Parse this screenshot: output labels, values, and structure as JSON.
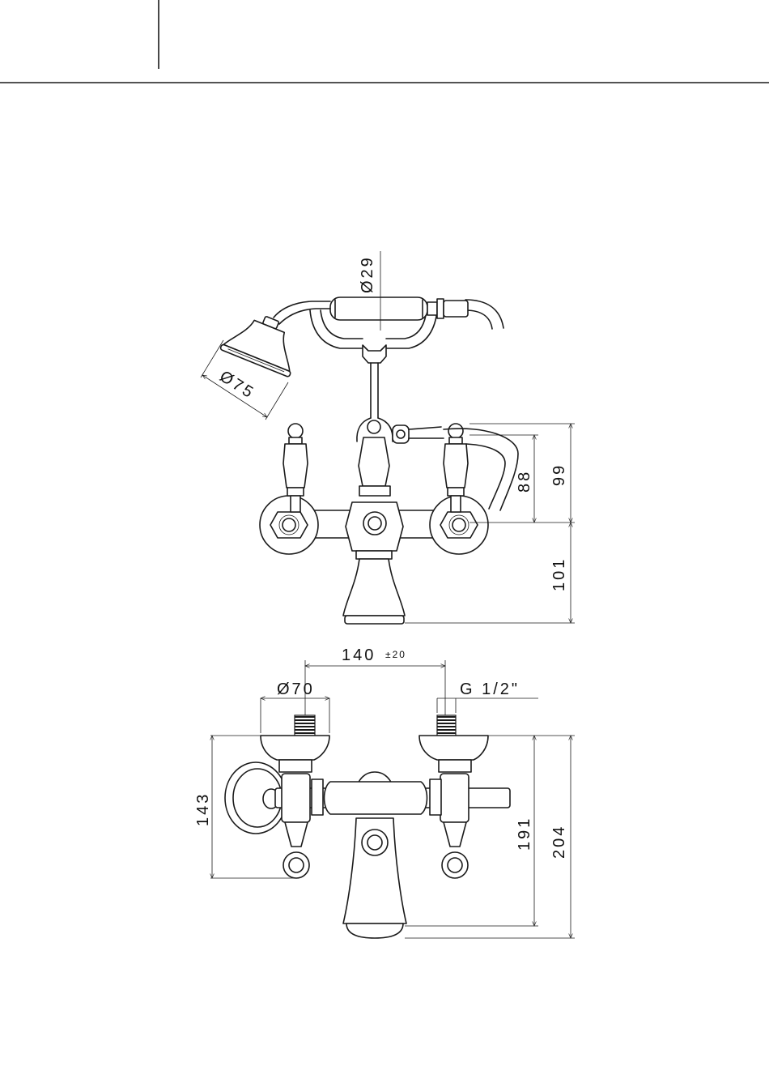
{
  "page": {
    "background": "#ffffff",
    "line_color": "#1a1a1a"
  },
  "dimensions": {
    "side_view": {
      "handset_diameter": "Ø29",
      "shower_head_diameter": "Ø75",
      "height_88": "88",
      "height_99": "99",
      "height_101": "101"
    },
    "top_view": {
      "center_distance": "140",
      "center_tolerance": "±20",
      "flange_diameter": "Ø70",
      "thread": "G 1/2\"",
      "depth_143": "143",
      "depth_191": "191",
      "depth_204": "204"
    }
  }
}
